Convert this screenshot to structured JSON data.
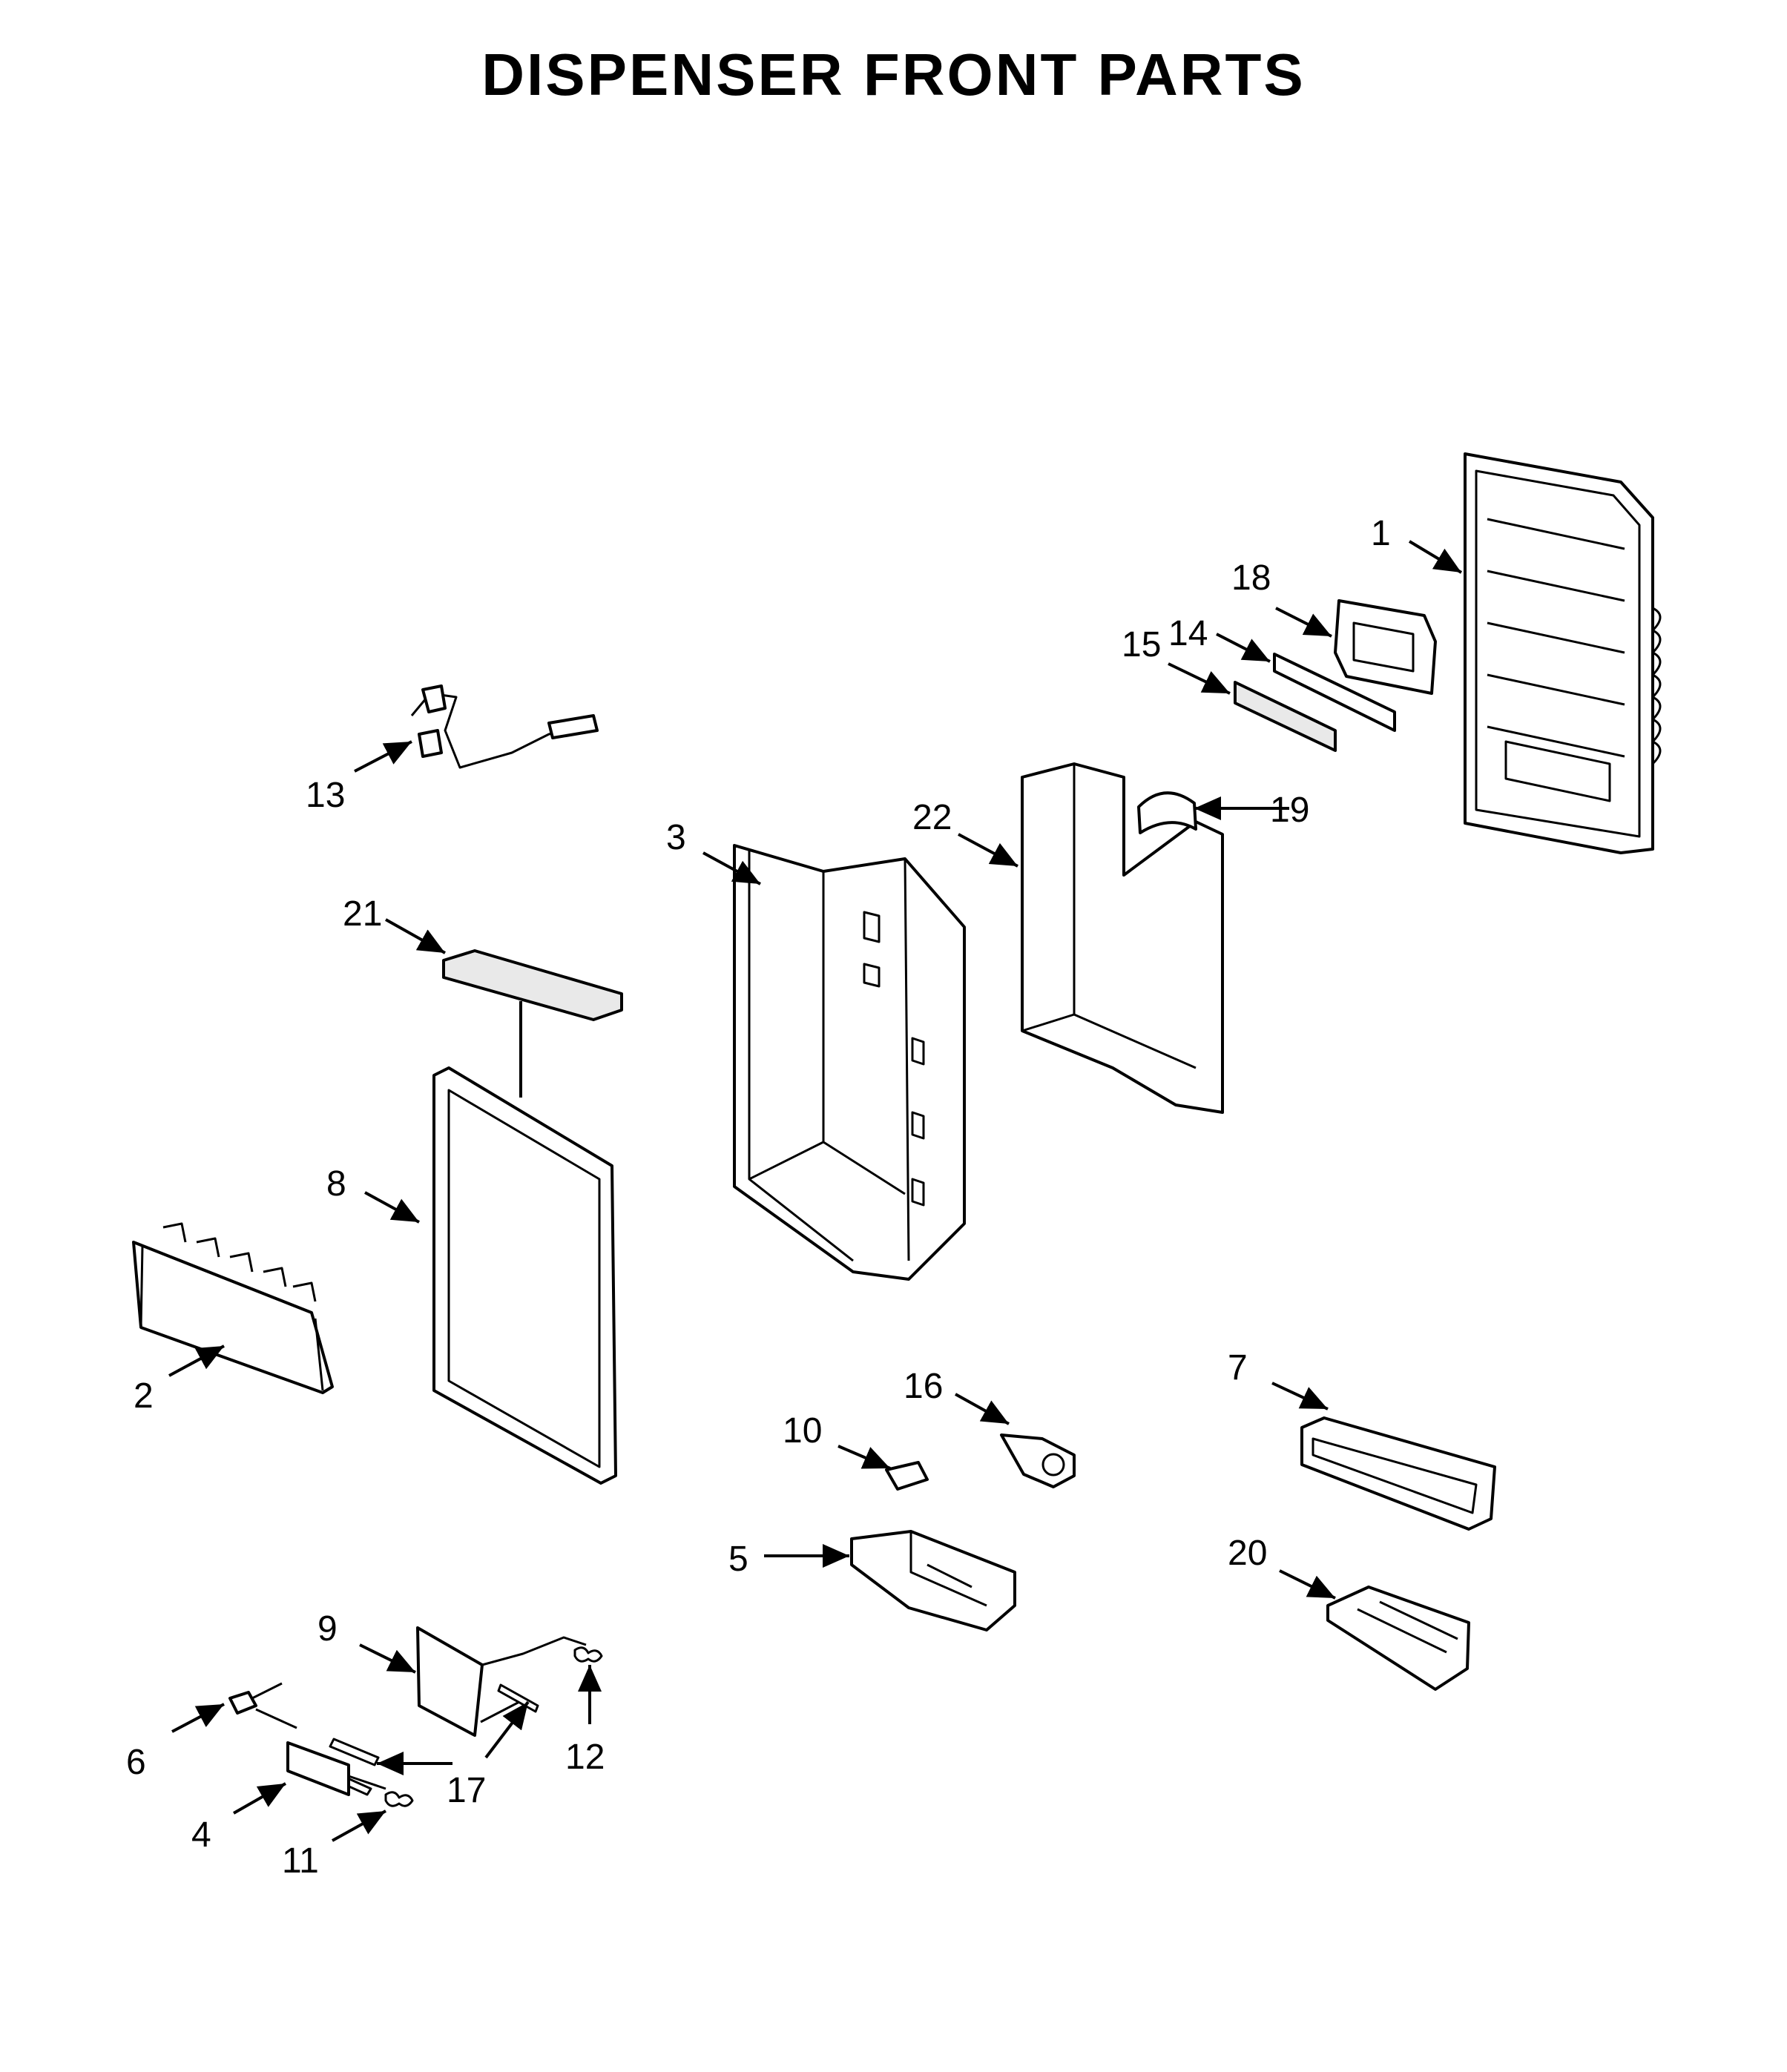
{
  "title": "DISPENSER FRONT PARTS",
  "callouts": [
    {
      "id": "1",
      "label": "1"
    },
    {
      "id": "2",
      "label": "2"
    },
    {
      "id": "3",
      "label": "3"
    },
    {
      "id": "4",
      "label": "4"
    },
    {
      "id": "5",
      "label": "5"
    },
    {
      "id": "6",
      "label": "6"
    },
    {
      "id": "7",
      "label": "7"
    },
    {
      "id": "8",
      "label": "8"
    },
    {
      "id": "9",
      "label": "9"
    },
    {
      "id": "10",
      "label": "10"
    },
    {
      "id": "11",
      "label": "11"
    },
    {
      "id": "12",
      "label": "12"
    },
    {
      "id": "13",
      "label": "13"
    },
    {
      "id": "14",
      "label": "14"
    },
    {
      "id": "15",
      "label": "15"
    },
    {
      "id": "16",
      "label": "16"
    },
    {
      "id": "17",
      "label": "17"
    },
    {
      "id": "18",
      "label": "18"
    },
    {
      "id": "19",
      "label": "19"
    },
    {
      "id": "20",
      "label": "20"
    },
    {
      "id": "21",
      "label": "21"
    },
    {
      "id": "22",
      "label": "22"
    }
  ]
}
